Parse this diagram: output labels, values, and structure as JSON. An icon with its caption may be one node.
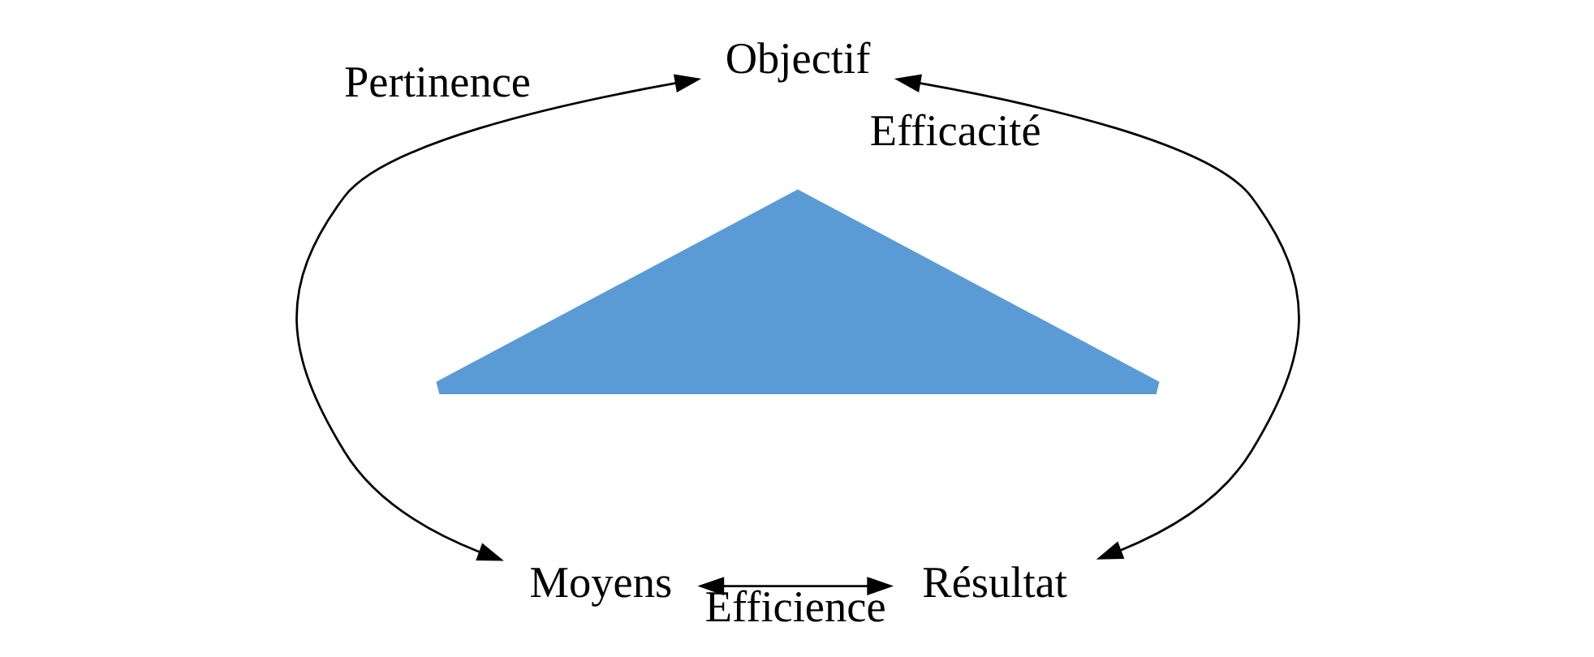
{
  "diagram": {
    "nodes": [
      {
        "text": [
          "Objectif"
        ]
      },
      {
        "text": [
          "Moyens"
        ]
      },
      {
        "text": [
          "Résultat"
        ]
      },
      {
        "text": [],
        "shape": "triangle"
      }
    ],
    "edges": [
      {
        "from": 0,
        "to": 1,
        "arrow": "both",
        "label": "Pertinence"
      },
      {
        "from": 0,
        "to": 2,
        "arrow": "both",
        "label": "Efficacité"
      },
      {
        "from": 1,
        "to": 2,
        "arrow": "both",
        "label": "Efficience"
      }
    ]
  }
}
